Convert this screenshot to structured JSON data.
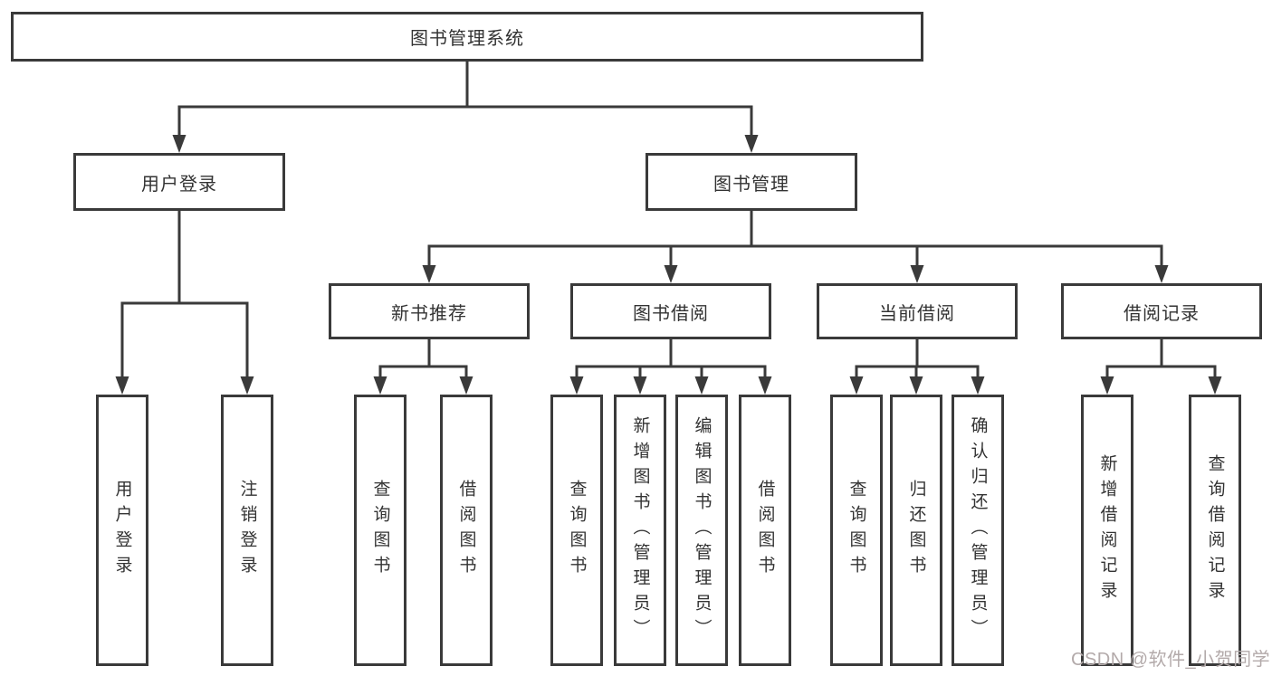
{
  "diagram": {
    "root": {
      "label": "图书管理系统"
    },
    "branches": [
      {
        "label": "用户登录",
        "leaves": [
          {
            "label": "用户登录"
          },
          {
            "label": "注销登录"
          }
        ]
      },
      {
        "label": "图书管理",
        "children": [
          {
            "label": "新书推荐",
            "leaves": [
              {
                "label": "查询图书"
              },
              {
                "label": "借阅图书"
              }
            ]
          },
          {
            "label": "图书借阅",
            "leaves": [
              {
                "label": "查询图书"
              },
              {
                "label": "新增图书（管理员）"
              },
              {
                "label": "编辑图书（管理员）"
              },
              {
                "label": "借阅图书"
              }
            ]
          },
          {
            "label": "当前借阅",
            "leaves": [
              {
                "label": "查询图书"
              },
              {
                "label": "归还图书"
              },
              {
                "label": "确认归还（管理员）"
              }
            ]
          },
          {
            "label": "借阅记录",
            "leaves": [
              {
                "label": "新增借阅记录"
              },
              {
                "label": "查询借阅记录"
              }
            ]
          }
        ]
      }
    ]
  },
  "watermark": {
    "text": "CSDN @软件_小贺同学"
  },
  "colors": {
    "line": "#3a3a3a",
    "text": "#333333",
    "watermark": "#b3aaaa"
  }
}
